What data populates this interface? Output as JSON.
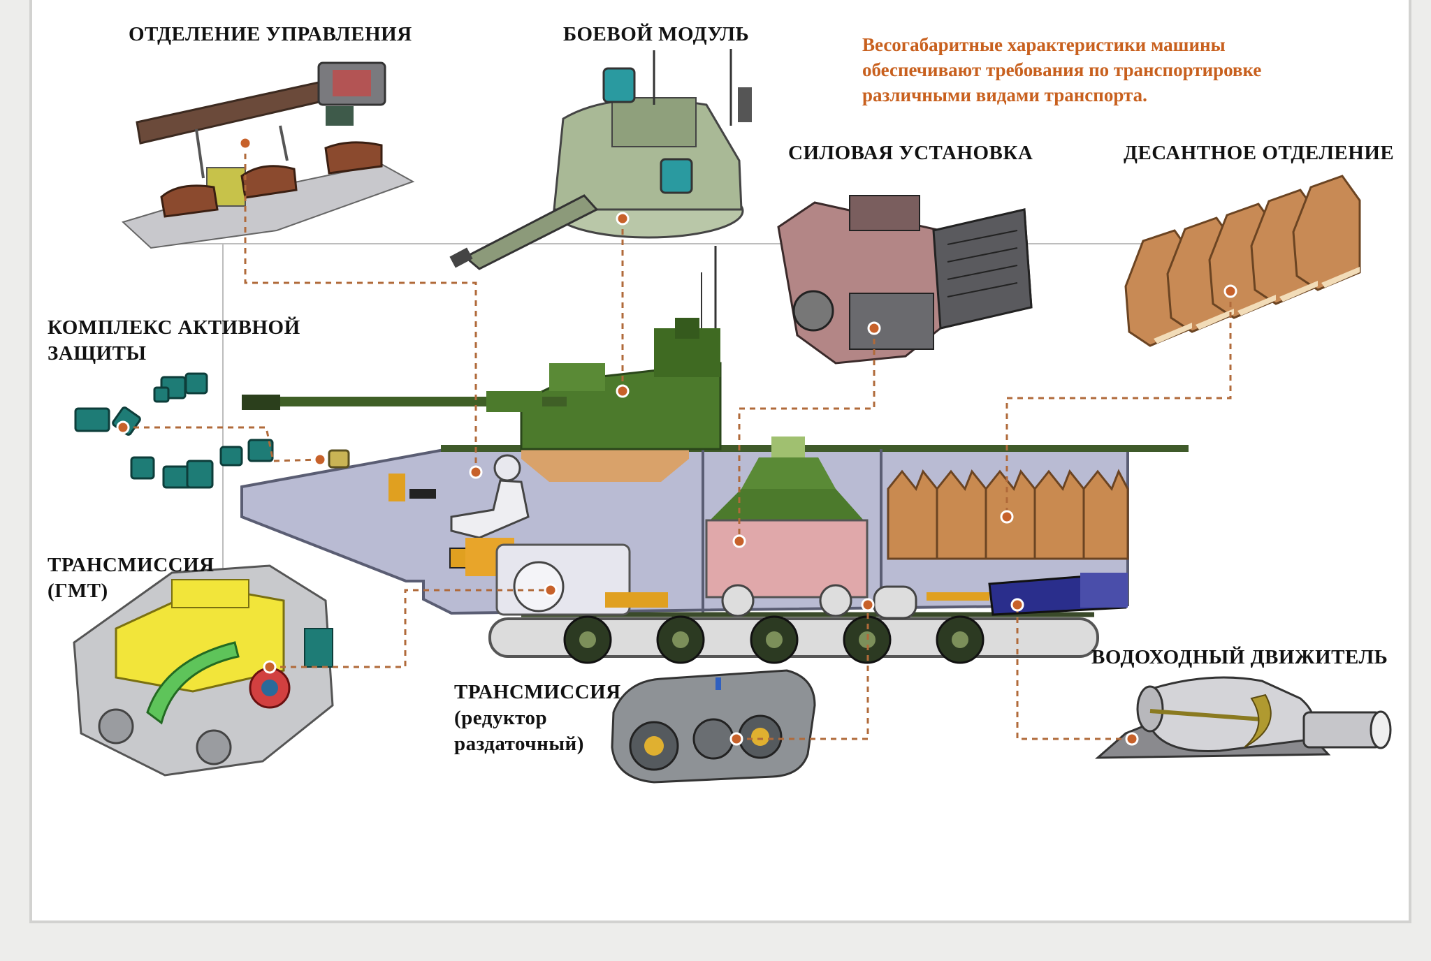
{
  "colors": {
    "note_text": "#c8601e",
    "leader_line": "#b06a3a",
    "hull": "#b9bbd3",
    "hull_outline": "#5a5d73",
    "turret_green": "#4c7a2c",
    "turret_dark": "#2f5a1c",
    "wheel": "#2c3a22",
    "seats": "#c9935c",
    "power_pack": "#d9a8a8",
    "aps_teal": "#1e7c76",
    "gmt_yellow": "#f2e53a",
    "gmt_grey": "#c8c9cc",
    "propulsor_blue": "#2a2e8c",
    "gearbox_grey": "#7e8286"
  },
  "labels": {
    "control_compartment": "ОТДЕЛЕНИЕ УПРАВЛЕНИЯ",
    "combat_module": "БОЕВОЙ МОДУЛЬ",
    "power_unit": "СИЛОВАЯ УСТАНОВКА",
    "troop_compartment": "ДЕСАНТНОЕ ОТДЕЛЕНИЕ",
    "aps_line1": "КОМПЛЕКС АКТИВНОЙ",
    "aps_line2": "ЗАЩИТЫ",
    "transmission_gmt_line1": "ТРАНСМИССИЯ",
    "transmission_gmt_line2": "(ГМТ)",
    "transmission_gearbox_line1": "ТРАНСМИССИЯ",
    "transmission_gearbox_line2": "(редуктор",
    "transmission_gearbox_line3": "раздаточный)",
    "water_propulsor": "ВОДОХОДНЫЙ ДВИЖИТЕЛЬ"
  },
  "note": {
    "text": "Весогабаритные  характеристики  машины\nобеспечивают требования по транспортировке\nразличными  видами  транспорта."
  },
  "icons": {
    "control_compartment": "control-compartment-assembly-icon",
    "combat_module": "turret-module-icon",
    "power_unit": "engine-block-icon",
    "troop_compartment": "troop-seats-icon",
    "aps": "active-protection-sensors-icon",
    "transmission_gmt": "hydromechanical-transmission-icon",
    "transmission_gearbox": "transfer-gearbox-icon",
    "water_propulsor": "water-jet-icon",
    "vehicle": "ifv-cutaway-icon"
  }
}
